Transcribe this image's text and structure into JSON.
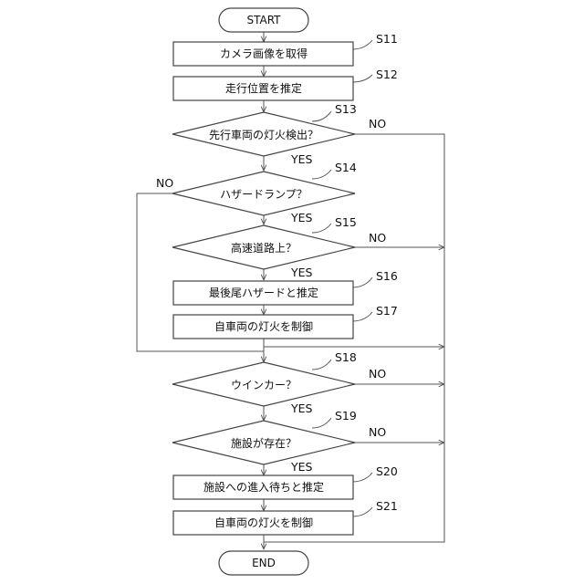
{
  "terminals": {
    "start": "START",
    "end": "END"
  },
  "steps": {
    "s11": {
      "id": "S11",
      "text": "カメラ画像を取得"
    },
    "s12": {
      "id": "S12",
      "text": "走行位置を推定"
    },
    "s13": {
      "id": "S13",
      "text": "先行車両の灯火検出？"
    },
    "s14": {
      "id": "S14",
      "text": "ハザードランプ？"
    },
    "s15": {
      "id": "S15",
      "text": "高速道路上？"
    },
    "s16": {
      "id": "S16",
      "text": "最後尾ハザードと推定"
    },
    "s17": {
      "id": "S17",
      "text": "自車両の灯火を制御"
    },
    "s18": {
      "id": "S18",
      "text": "ウインカー？"
    },
    "s19": {
      "id": "S19",
      "text": "施設が存在？"
    },
    "s20": {
      "id": "S20",
      "text": "施設への進入待ちと推定"
    },
    "s21": {
      "id": "S21",
      "text": "自車両の灯火を制御"
    }
  },
  "labels": {
    "yes": "YES",
    "no": "NO"
  }
}
